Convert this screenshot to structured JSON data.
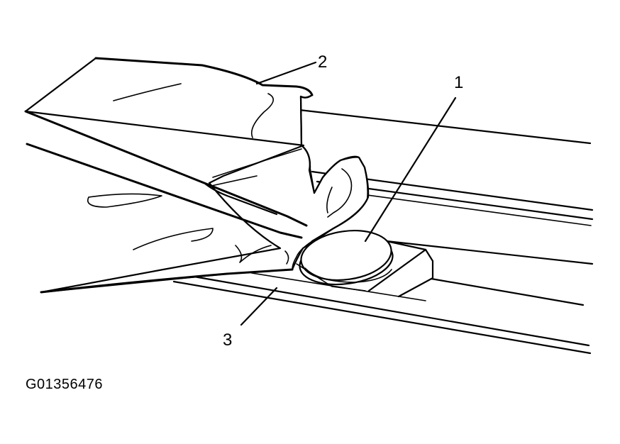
{
  "callouts": [
    {
      "number": "1",
      "target": "cap-disc"
    },
    {
      "number": "2",
      "target": "cloth-rag"
    },
    {
      "number": "3",
      "target": "rail-channel"
    }
  ],
  "figure_id": "G01356476"
}
